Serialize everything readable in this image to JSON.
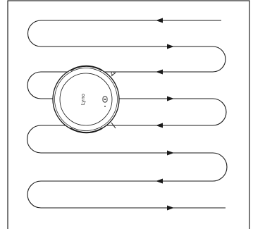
{
  "diagram": {
    "description_text": "",
    "robot": {
      "brand": "Lyno",
      "icon": "robot-vacuum-top-view",
      "logo_icon": "home-button-icon"
    },
    "path_style": {
      "stroke": "#1a1a1a",
      "border": "#222222"
    },
    "arrows": [
      {
        "id": "arrow-row-1",
        "direction": "left"
      },
      {
        "id": "arrow-row-2",
        "direction": "right"
      },
      {
        "id": "arrow-row-3",
        "direction": "left"
      },
      {
        "id": "arrow-row-4",
        "direction": "right"
      },
      {
        "id": "arrow-row-5",
        "direction": "left"
      },
      {
        "id": "arrow-row-6",
        "direction": "right"
      },
      {
        "id": "arrow-row-7",
        "direction": "left"
      },
      {
        "id": "arrow-row-8",
        "direction": "right"
      }
    ]
  }
}
